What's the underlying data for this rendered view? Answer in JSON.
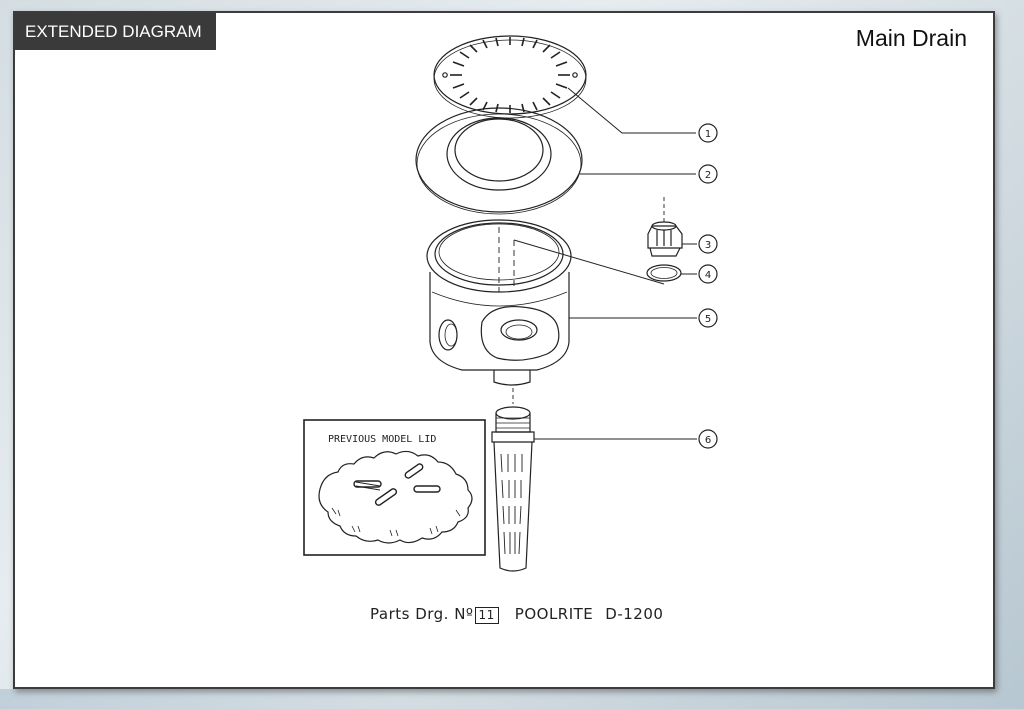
{
  "header": {
    "tag_label": "EXTENDED DIAGRAM",
    "title": "Main Drain"
  },
  "inset": {
    "label": "PREVIOUS  MODEL LID"
  },
  "callouts": [
    "1",
    "2",
    "3",
    "4",
    "5",
    "6"
  ],
  "caption": {
    "prefix": "Parts Drg. Nº",
    "number": "11",
    "model": "POOLRITE",
    "code": "D-1200"
  },
  "colors": {
    "tag_background": "#3a3a3a",
    "sheet_border": "#3c3c3c",
    "line": "#222222"
  }
}
